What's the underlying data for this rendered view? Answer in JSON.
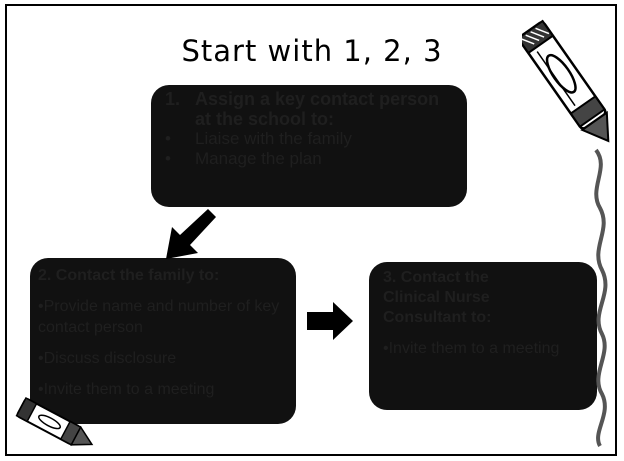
{
  "slide": {
    "title": "Start with 1, 2, 3"
  },
  "box1": {
    "number": "1.",
    "heading": "Assign a key contact person at the school to:",
    "bullet_marker": "•",
    "items": [
      "Liaise with the family",
      "Manage the plan"
    ]
  },
  "box2": {
    "heading": "2. Contact the family to:",
    "items": [
      "•Provide name and number of key contact person",
      "•Discuss disclosure",
      "•Invite them to a meeting"
    ]
  },
  "box3": {
    "heading": "3. Contact the Clinical Nurse Consultant to:",
    "items": [
      "•Invite them to a meeting"
    ]
  },
  "colors": {
    "box_fill": "#111111",
    "box_text": "#1f1f1f",
    "background": "#ffffff"
  },
  "icons": [
    "crayon-icon",
    "arrow-down-left-icon",
    "arrow-right-icon",
    "wavy-line-decoration"
  ]
}
